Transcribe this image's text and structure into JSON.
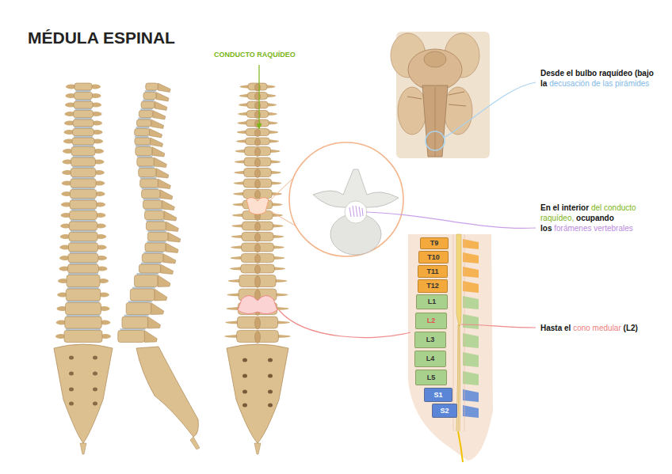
{
  "diagram": {
    "title": "MÉDULA ESPINAL",
    "nodes": [
      {
        "text": [
          "T9"
        ]
      },
      {
        "text": [
          "T10"
        ]
      },
      {
        "text": [
          "T11"
        ]
      },
      {
        "text": [
          "T12"
        ]
      },
      {
        "text": [
          "L1"
        ]
      },
      {
        "text": [
          "L2"
        ]
      },
      {
        "text": [
          "L3"
        ]
      },
      {
        "text": [
          "L4"
        ]
      },
      {
        "text": [
          "L5"
        ]
      },
      {
        "text": [
          "S1"
        ]
      },
      {
        "text": [
          "S2"
        ]
      }
    ],
    "labels": [
      "CONDUCTO RAQUÍDEO",
      "Desde el bulbo raquídeo (bajo la",
      "decusación de las pirámides",
      "En el interior",
      "del conducto raquídeo,",
      "ocupando los",
      "forámenes vertebrales",
      "Hasta el",
      "cono medular",
      "(L2)"
    ]
  }
}
